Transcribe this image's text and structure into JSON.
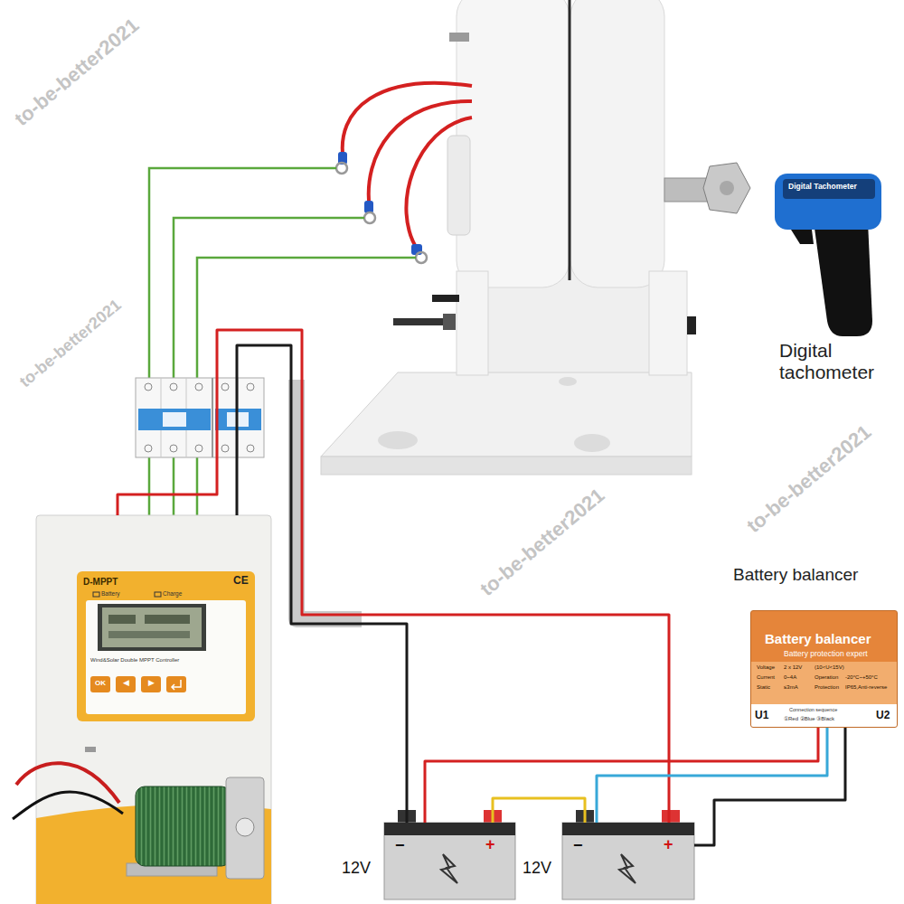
{
  "diagram": {
    "nodes": [
      {
        "text": [
          "Digital Tachometer",
          "Digital tachometer"
        ]
      },
      {
        "text": [
          "D-MPPT",
          "Battery",
          "Charge",
          "CE",
          "Wind&Solar Double MPPT Controller",
          "OK",
          "◀",
          "▶"
        ]
      },
      {
        "text": [
          "Battery balancer",
          "Battery balancer",
          "Battery protection expert",
          "Voltage",
          "2 x 12V",
          "(10<U<15V)",
          "Current",
          "0~4A",
          "Operation",
          "-20°C~+50°C",
          "Static",
          "≤3mA",
          "Protection",
          "IP65,Anti-reverse",
          "Connection sequence",
          "①Red ②Blue ③Black",
          "U1",
          "U2"
        ]
      },
      {
        "text": [
          "12V",
          "−",
          "+"
        ]
      },
      {
        "text": [
          "12V",
          "−",
          "+"
        ]
      }
    ],
    "edges": [
      {
        "from": 1,
        "to": 3,
        "arrow": "none"
      },
      {
        "from": 1,
        "to": 4,
        "arrow": "none"
      },
      {
        "from": 3,
        "to": 4,
        "arrow": "none"
      },
      {
        "from": 2,
        "to": 3,
        "arrow": "none"
      },
      {
        "from": 2,
        "to": 4,
        "arrow": "none"
      },
      {
        "from": 2,
        "to": 4,
        "arrow": "none"
      }
    ],
    "labels": [
      "to-be-better2021",
      "to-be-better2021",
      "to-be-better2021",
      "to-be-better2021"
    ]
  }
}
